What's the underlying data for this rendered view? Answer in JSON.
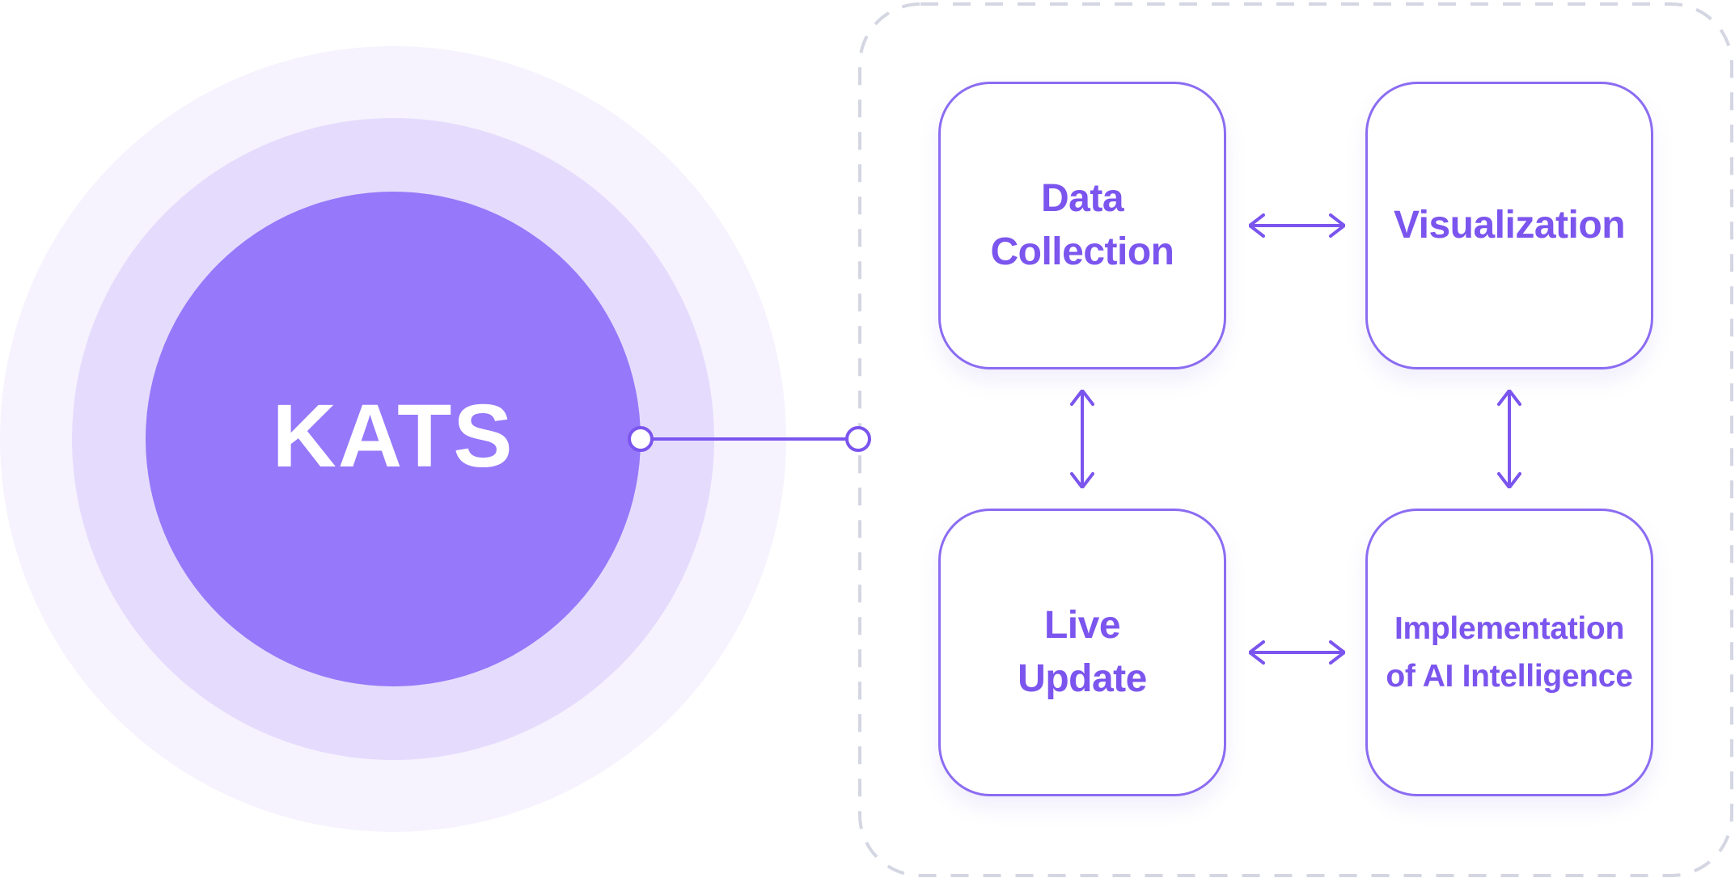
{
  "diagram": {
    "core": {
      "label": "KATS"
    },
    "modules": [
      {
        "label": "Data\nCollection"
      },
      {
        "label": "Visualization"
      },
      {
        "label": "Live\nUpdate"
      },
      {
        "label": "Implementation\nof AI Intelligence"
      }
    ]
  },
  "colors": {
    "accent": "#7b55ee",
    "core_fill": "#9678fa",
    "ring_inner": "#e5dcfd",
    "ring_outer": "#f6f3fe",
    "box_border": "#8b6cf2",
    "dashed_frame": "#d4d6e2"
  }
}
